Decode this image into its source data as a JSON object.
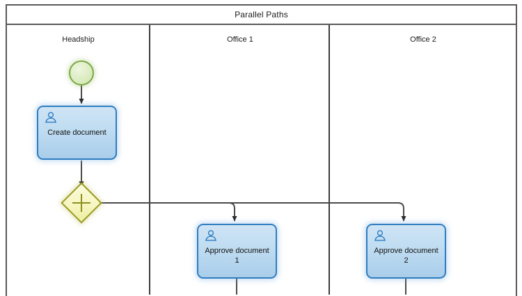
{
  "diagram": {
    "type": "bpmn-parallel-gateway-process",
    "pool": {
      "title": "Parallel Paths"
    },
    "lanes": [
      {
        "id": "headship",
        "label": "Headship"
      },
      {
        "id": "office1",
        "label": "Office 1"
      },
      {
        "id": "office2",
        "label": "Office 2"
      }
    ],
    "nodes": [
      {
        "id": "start",
        "kind": "start-event",
        "lane": "headship",
        "label": ""
      },
      {
        "id": "create-document",
        "kind": "user-task",
        "lane": "headship",
        "label": "Create document",
        "icon": "user-icon"
      },
      {
        "id": "parallel-gateway",
        "kind": "parallel-gateway",
        "lane": "headship",
        "marker": "+"
      },
      {
        "id": "approve-document-1",
        "kind": "user-task",
        "lane": "office1",
        "label": "Approve document\n1",
        "icon": "user-icon"
      },
      {
        "id": "approve-document-2",
        "kind": "user-task",
        "lane": "office2",
        "label": "Approve document\n2",
        "icon": "user-icon"
      }
    ],
    "flows": [
      {
        "id": "flow-start-create",
        "from": "start",
        "to": "create-document"
      },
      {
        "id": "flow-create-gateway",
        "from": "create-document",
        "to": "parallel-gateway"
      },
      {
        "id": "flow-gateway-approve1",
        "from": "parallel-gateway",
        "to": "approve-document-1"
      },
      {
        "id": "flow-gateway-approve2",
        "from": "parallel-gateway",
        "to": "approve-document-2"
      },
      {
        "id": "flow-approve1-out",
        "from": "approve-document-1",
        "to": ""
      },
      {
        "id": "flow-approve2-out",
        "from": "approve-document-2",
        "to": ""
      }
    ],
    "colors": {
      "pool_border": "#595959",
      "lane_divider": "#3b3b3b",
      "task_border": "#2E7CC0",
      "task_fill_top": "#cfe4f5",
      "task_fill_bottom": "#a9cdea",
      "start_border": "#7aa843",
      "start_fill": "#dcecc2",
      "gateway_border": "#9a9a22",
      "gateway_fill": "#f6f6c2",
      "connector": "#3b3b3b",
      "canvas": "#ffffff"
    }
  }
}
